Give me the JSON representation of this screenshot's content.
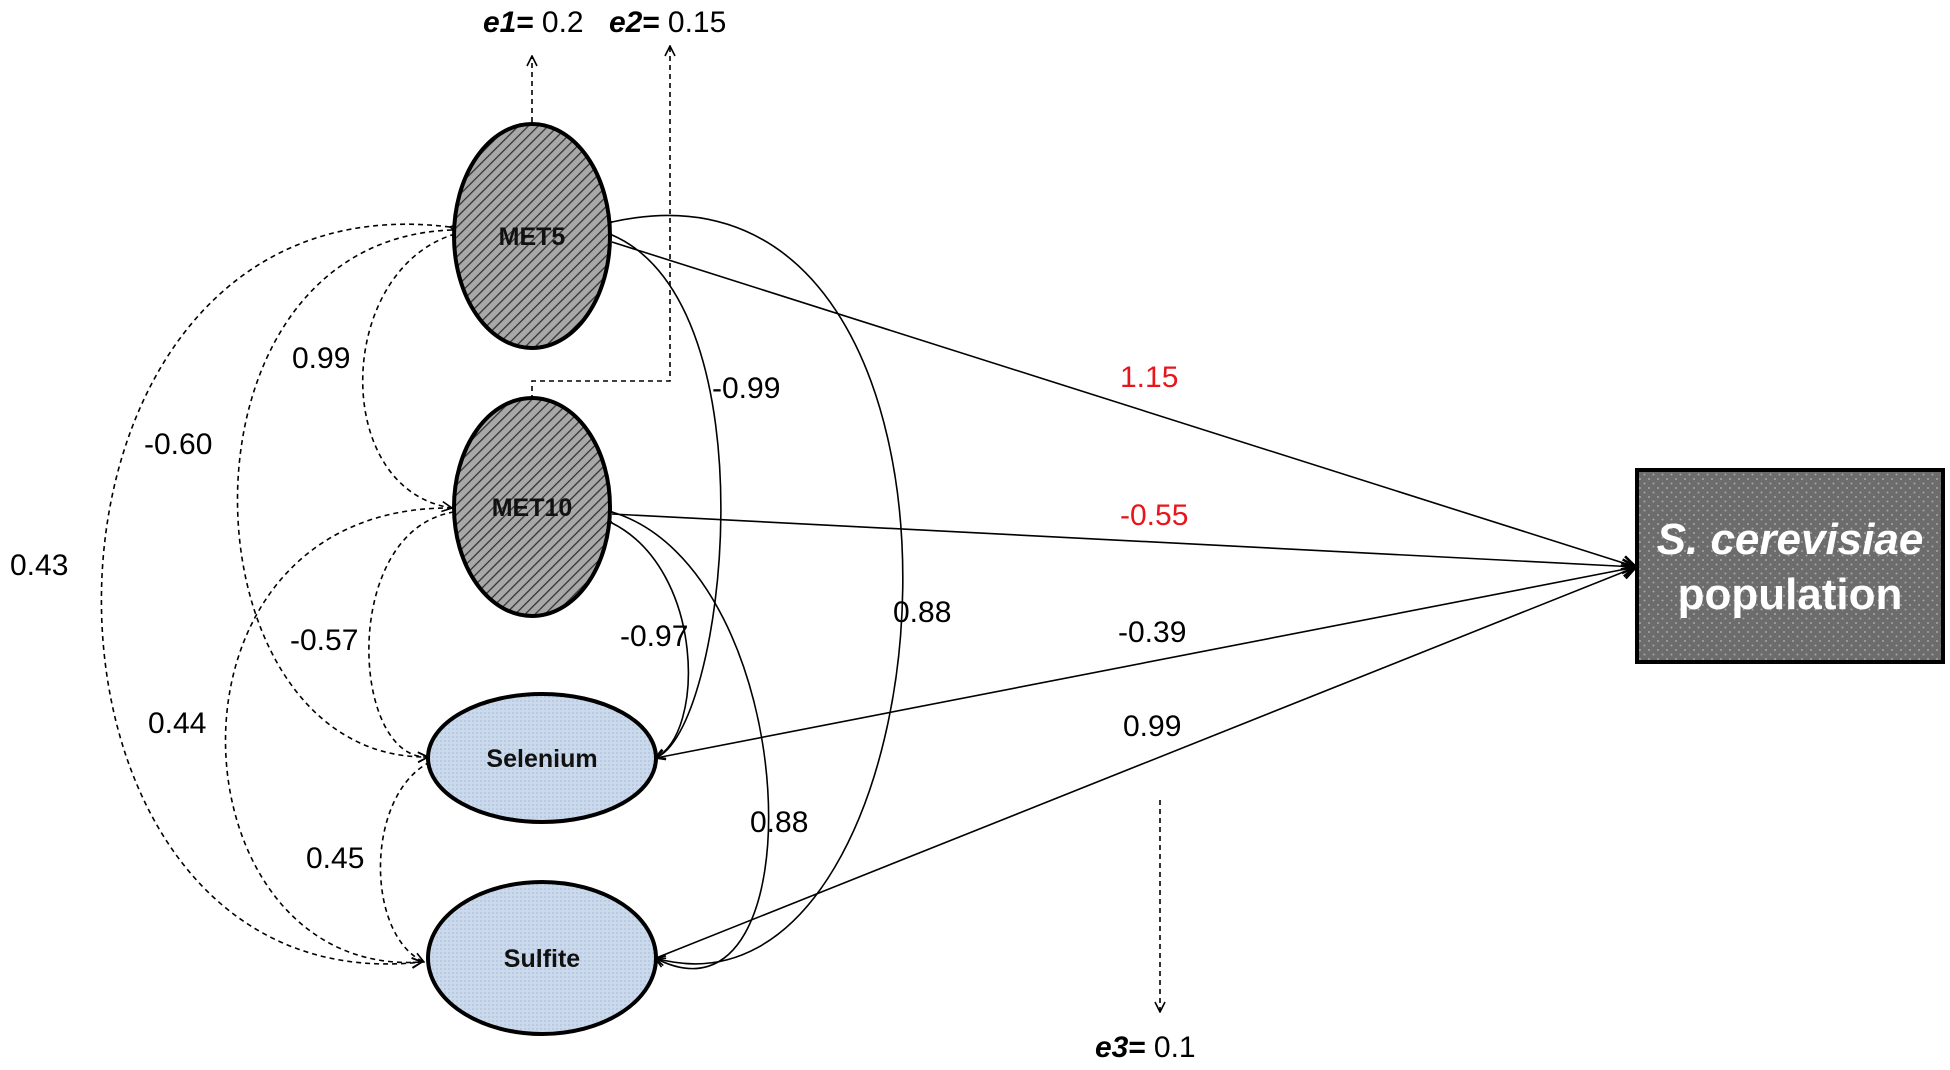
{
  "nodes": {
    "met5": "MET5",
    "met10": "MET10",
    "selenium": "Selenium",
    "sulfite": "Sulfite",
    "target_line1": "S. cerevisiae",
    "target_line2": "population"
  },
  "errors": {
    "e1": {
      "name": "e1",
      "eq": "=",
      "value": "0.2"
    },
    "e2": {
      "name": "e2",
      "eq": "=",
      "value": "0.15"
    },
    "e3": {
      "name": "e3",
      "eq": "=",
      "value": "0.1"
    }
  },
  "paths": {
    "met5_to_target": "1.15",
    "met10_to_target": "-0.55",
    "selenium_to_target": "-0.39",
    "sulfite_to_target": "0.99"
  },
  "correlations": {
    "met5_met10": "0.99",
    "met5_selenium": "-0.60",
    "met5_sulfite": "0.43",
    "met10_selenium": "-0.57",
    "met10_sulfite": "0.44",
    "selenium_sulfite": "0.45",
    "selenium_met5": "-0.99",
    "selenium_met10": "-0.97",
    "sulfite_met5": "0.88",
    "sulfite_met10": "0.88"
  },
  "colors": {
    "significant_path": "#e8151b",
    "latent_fill": "#7a7a7a",
    "observed_fill": "#cfdcec",
    "target_fill": "#6f6f6f"
  }
}
